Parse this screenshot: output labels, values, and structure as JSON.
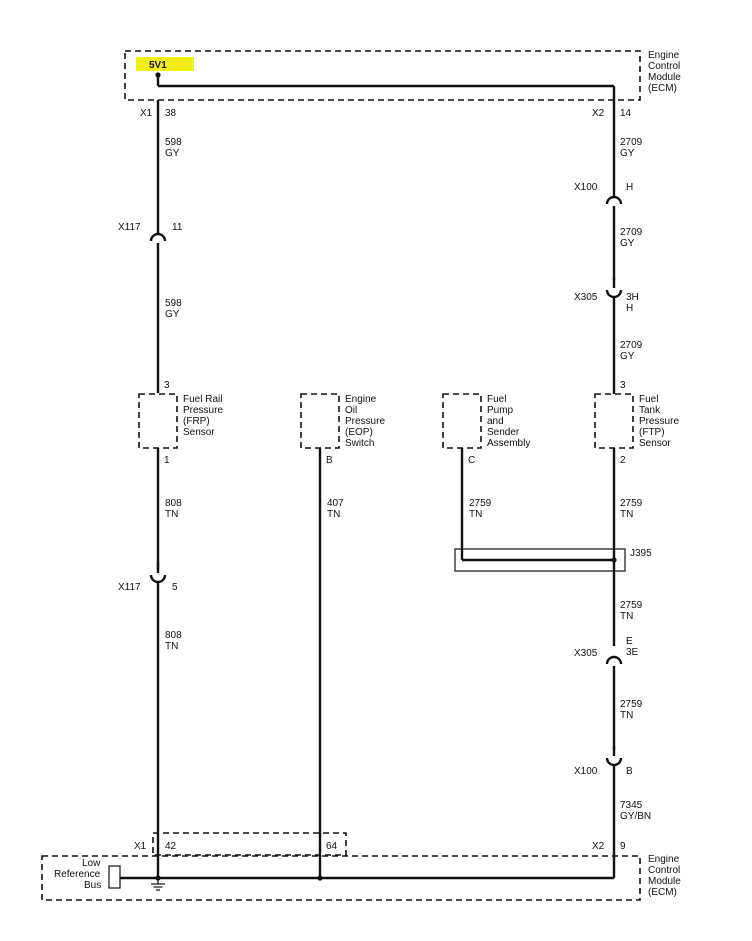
{
  "colors": {
    "highlight": "#f4ee1a",
    "ink": "#111111",
    "background": "#ffffff"
  },
  "ecm_top": {
    "name_lines": [
      "Engine",
      "Control",
      "Module",
      "(ECM)"
    ],
    "supply": "5V1",
    "left_conn": "X1",
    "left_pin": "38",
    "right_conn": "X2",
    "right_pin": "14"
  },
  "ecm_bottom": {
    "name_lines": [
      "Engine",
      "Control",
      "Module",
      "(ECM)"
    ],
    "low_ref_lines": [
      "Low",
      "Reference",
      "Bus"
    ],
    "left_conn": "X1",
    "pin_a": "42",
    "pin_b": "64",
    "right_conn": "X2",
    "right_pin": "9"
  },
  "frp_sensor": {
    "name_lines": [
      "Fuel Rail",
      "Pressure",
      "(FRP)",
      "Sensor"
    ],
    "pin_top": "3",
    "pin_bottom": "1"
  },
  "eop_switch": {
    "name_lines": [
      "Engine",
      "Oil",
      "Pressure",
      "(EOP)",
      "Switch"
    ],
    "pin_bottom": "B"
  },
  "fuel_pump": {
    "name_lines": [
      "Fuel",
      "Pump",
      "and",
      "Sender",
      "Assembly"
    ],
    "pin_bottom": "C"
  },
  "ftp_sensor": {
    "name_lines": [
      "Fuel",
      "Tank",
      "Pressure",
      "(FTP)",
      "Sensor"
    ],
    "pin_top": "3",
    "pin_bottom": "2"
  },
  "splice": {
    "name": "J395"
  },
  "wires": {
    "w598_a": [
      "598",
      "GY"
    ],
    "w598_b": [
      "598",
      "GY"
    ],
    "w808_a": [
      "808",
      "TN"
    ],
    "w808_b": [
      "808",
      "TN"
    ],
    "w407": [
      "407",
      "TN"
    ],
    "w2759_pump": [
      "2759",
      "TN"
    ],
    "w2709_a": [
      "2709",
      "GY"
    ],
    "w2709_b": [
      "2709",
      "GY"
    ],
    "w2709_c": [
      "2709",
      "GY"
    ],
    "w2759_a": [
      "2759",
      "TN"
    ],
    "w2759_b": [
      "2759",
      "TN"
    ],
    "w2759_c": [
      "2759",
      "TN"
    ],
    "w7345": [
      "7345",
      "GY/BN"
    ]
  },
  "connectors": {
    "x117_top": {
      "name": "X117",
      "pin": "11"
    },
    "x117_bottom": {
      "name": "X117",
      "pin": "5"
    },
    "x100_top": {
      "name": "X100",
      "pin": "H"
    },
    "x305_top": {
      "name": "X305",
      "pin_lines": [
        "3H",
        "H"
      ]
    },
    "x305_bottom": {
      "name": "X305",
      "pin_lines": [
        "E",
        "3E"
      ]
    },
    "x100_bottom": {
      "name": "X100",
      "pin": "B"
    }
  }
}
